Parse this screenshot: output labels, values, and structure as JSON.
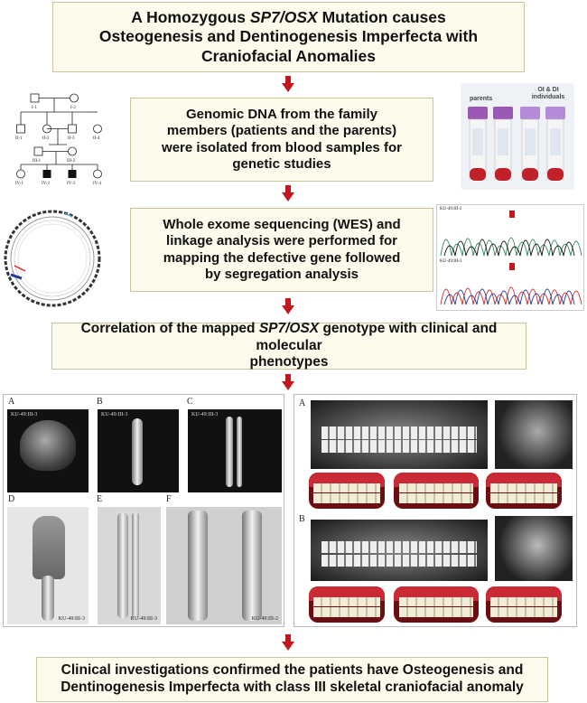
{
  "title": {
    "before": "A Homozygous ",
    "gene": "SP7/OSX",
    "after": " Mutation causes",
    "line2": "Osteogenesis and Dentinogenesis Imperfecta with",
    "line3": "Craniofacial Anomalies"
  },
  "steps": {
    "dna": [
      "Genomic DNA from the family",
      "members (patients and the parents)",
      "were isolated from blood samples for",
      "genetic studies"
    ],
    "wes": [
      "Whole exome sequencing (WES) and",
      "linkage analysis were performed for",
      "mapping the defective gene followed",
      "by segregation analysis"
    ],
    "corr": {
      "before": "Correlation of the mapped ",
      "gene": "SP7/OSX",
      "after": " genotype with clinical and molecular",
      "line2": "phenotypes"
    },
    "final": [
      "Clinical investigations confirmed the patients have Osteogenesis and",
      "Dentinogenesis Imperfecta with class III skeletal craniofacial anomaly"
    ]
  },
  "pedigree": {
    "labels": [
      "I-1",
      "I-2",
      "II-1",
      "II-2",
      "II-3",
      "II-4",
      "III-1",
      "III-2",
      "IV-1",
      "IV-2",
      "IV-3",
      "IV-4"
    ]
  },
  "tubes": {
    "parents": "parents",
    "affected": "OI & DI individuals"
  },
  "chromatogram": {
    "top": "KU-49:III-2",
    "bottom": "KU-49:III-3"
  },
  "xray_panel": {
    "letters": [
      "A",
      "B",
      "C",
      "D",
      "E",
      "F"
    ],
    "tags": [
      "KU-49:III-3",
      "KU-49:III-3",
      "KU-49:III-3",
      "KU-49:III-3",
      "KU-49:III-3",
      "KU-49:III-2"
    ]
  },
  "dental_panel": {
    "letters": [
      "A",
      "B"
    ]
  },
  "colors": {
    "box_fill": "#fdfbec",
    "arrow": "#c4161c"
  }
}
